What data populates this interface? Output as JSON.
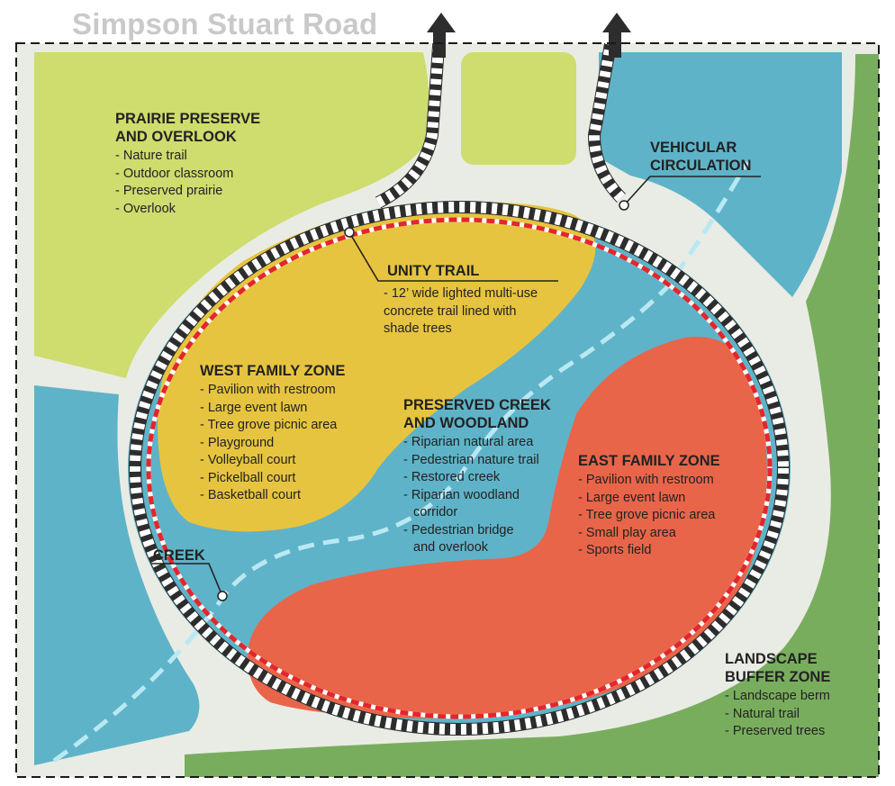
{
  "map": {
    "road_label": "Simpson Stuart Road",
    "colors": {
      "prairie": "#cfdc6e",
      "creek_woodland": "#5fb3c8",
      "west_zone": "#e7c43f",
      "east_zone": "#e8654a",
      "buffer": "#79ad5e",
      "trail_red": "#e3262b",
      "road_dark": "#2d2d2d",
      "path_light": "#e9ece4"
    },
    "zones": [
      {
        "id": "prairie",
        "title_lines": [
          "PRAIRIE PRESERVE",
          "AND OVERLOOK"
        ],
        "items": [
          "Nature trail",
          "Outdoor classroom",
          "Preserved prairie",
          "Overlook"
        ]
      },
      {
        "id": "west",
        "title_lines": [
          "WEST FAMILY ZONE"
        ],
        "items": [
          "Pavilion with restroom",
          "Large event lawn",
          "Tree grove picnic area",
          "Playground",
          "Volleyball court",
          "Pickelball court",
          "Basketball court"
        ]
      },
      {
        "id": "creek-woodland",
        "title_lines": [
          "PRESERVED CREEK",
          "AND WOODLAND"
        ],
        "items": [
          "Riparian natural area",
          "Pedestrian nature trail",
          "Restored creek",
          "Riparian woodland",
          "corridor",
          "Pedestrian bridge",
          "and overlook"
        ]
      },
      {
        "id": "east",
        "title_lines": [
          "EAST FAMILY ZONE"
        ],
        "items": [
          "Pavilion with restroom",
          "Large event lawn",
          "Tree grove picnic area",
          "Small play area",
          "Sports field"
        ]
      },
      {
        "id": "buffer",
        "title_lines": [
          "LANDSCAPE",
          "BUFFER ZONE"
        ],
        "items": [
          "Landscape berm",
          "Natural trail",
          "Preserved trees"
        ]
      }
    ],
    "callouts": {
      "vehicular": {
        "lines": [
          "VEHICULAR",
          "CIRCULATION"
        ]
      },
      "unity": {
        "title": "UNITY TRAIL",
        "desc_lines": [
          "- 12’ wide lighted multi-use",
          "concrete trail lined with",
          "shade trees"
        ]
      },
      "creek": {
        "title": "CREEK"
      }
    }
  }
}
